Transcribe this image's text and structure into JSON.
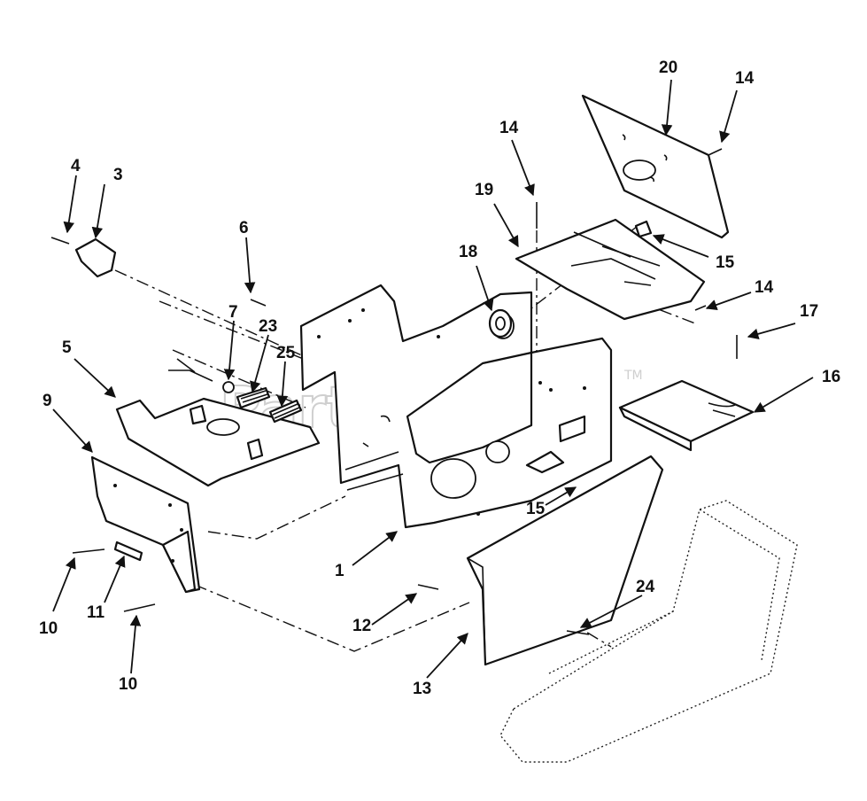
{
  "diagram": {
    "watermark": "PartsTree",
    "trademark": "TM",
    "callouts": {
      "c1": "1",
      "c3": "3",
      "c4": "4",
      "c5": "5",
      "c6": "6",
      "c7": "7",
      "c9": "9",
      "c10a": "10",
      "c10b": "10",
      "c11": "11",
      "c12": "12",
      "c13": "13",
      "c14a": "14",
      "c14b": "14",
      "c14c": "14",
      "c15a": "15",
      "c15b": "15",
      "c16": "16",
      "c17": "17",
      "c18": "18",
      "c19": "19",
      "c20": "20",
      "c23": "23",
      "c24": "24",
      "c25": "25"
    }
  }
}
